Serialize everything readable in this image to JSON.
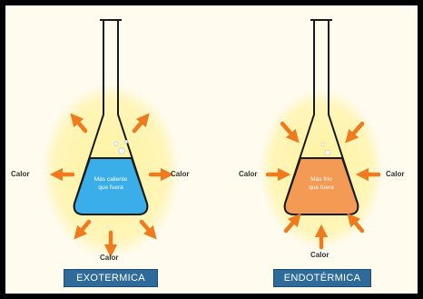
{
  "colors": {
    "background": "#fffbee",
    "glow": "#fff4a8",
    "arrow": "#f07a1e",
    "exo_liquid": "#3aaee8",
    "endo_liquid": "#f39a55",
    "caption_bg": "#2f6b9a"
  },
  "exothermic": {
    "caption": "EXOTERMICA",
    "flask_text_line1": "Más caliente",
    "flask_text_line2": "que fuera",
    "heat_left": "Calor",
    "heat_right": "Calor",
    "heat_bottom": "Calor",
    "arrow_direction": "outward"
  },
  "endothermic": {
    "caption": "ENDOTÉRMICA",
    "flask_text_line1": "Más frío",
    "flask_text_line2": "que fuera",
    "heat_left": "Calor",
    "heat_right": "Calor",
    "heat_bottom": "Calor",
    "arrow_direction": "inward"
  }
}
